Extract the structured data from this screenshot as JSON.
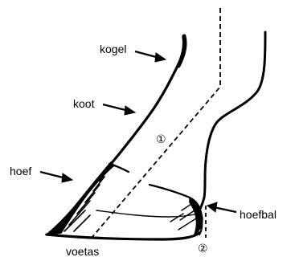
{
  "diagram": {
    "labels": {
      "kogel": "kogel",
      "koot": "koot",
      "hoef": "hoef",
      "hoefbal": "hoefbal",
      "voetas": "voetas"
    },
    "markers": {
      "one": "①",
      "two": "②"
    },
    "colors": {
      "ink": "#000000",
      "background": "#ffffff"
    }
  }
}
